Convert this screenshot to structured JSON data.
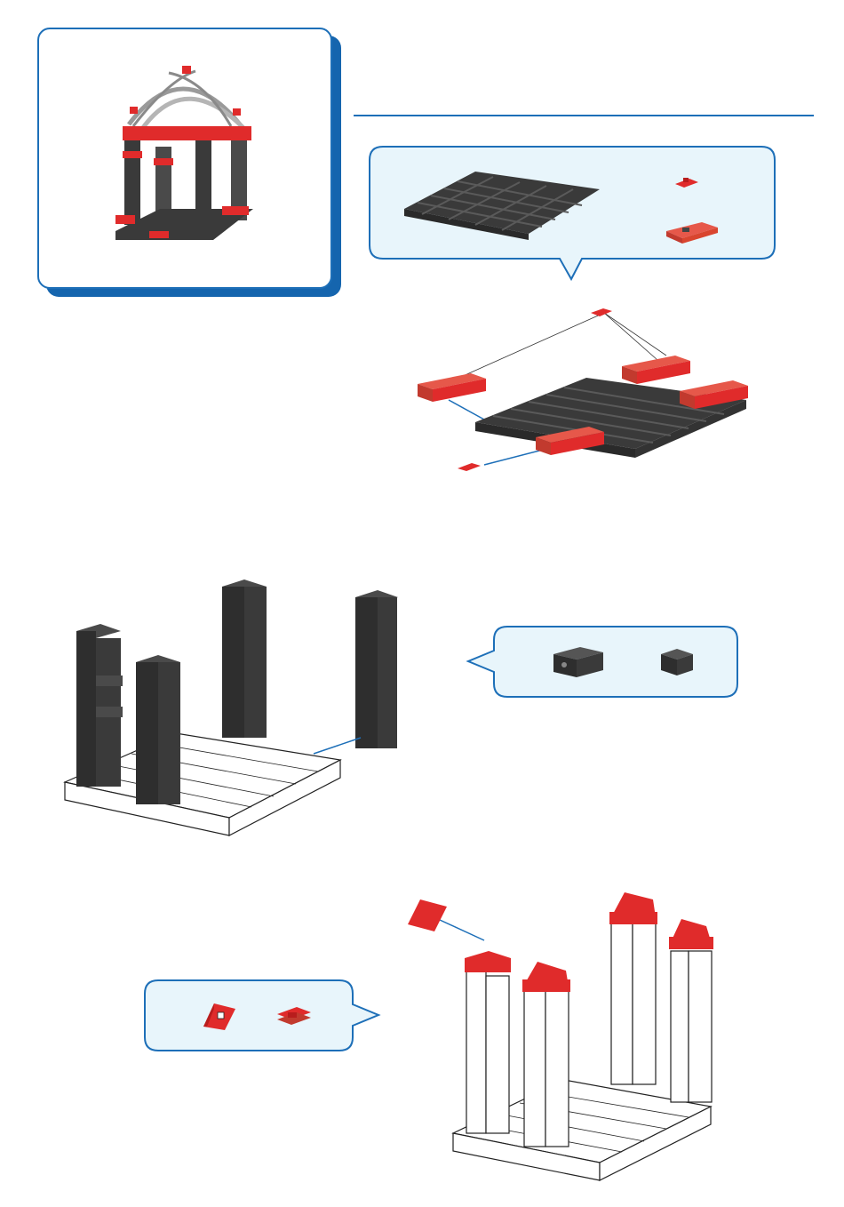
{
  "colors": {
    "accent": "#1d6fb8",
    "callout_fill": "#e8f5fb",
    "part_black": "#3a3a3a",
    "part_red": "#e02b2b",
    "part_white": "#ffffff"
  },
  "steps": [
    {
      "name": "step-1",
      "parts": [
        "base-plate-icon",
        "red-pin-icon",
        "red-block-icon"
      ]
    },
    {
      "name": "step-2",
      "parts": [
        "black-cube-with-bore-icon",
        "black-small-cube-icon"
      ]
    },
    {
      "name": "step-3",
      "parts": [
        "red-wedge-icon",
        "red-double-clip-icon"
      ]
    }
  ]
}
